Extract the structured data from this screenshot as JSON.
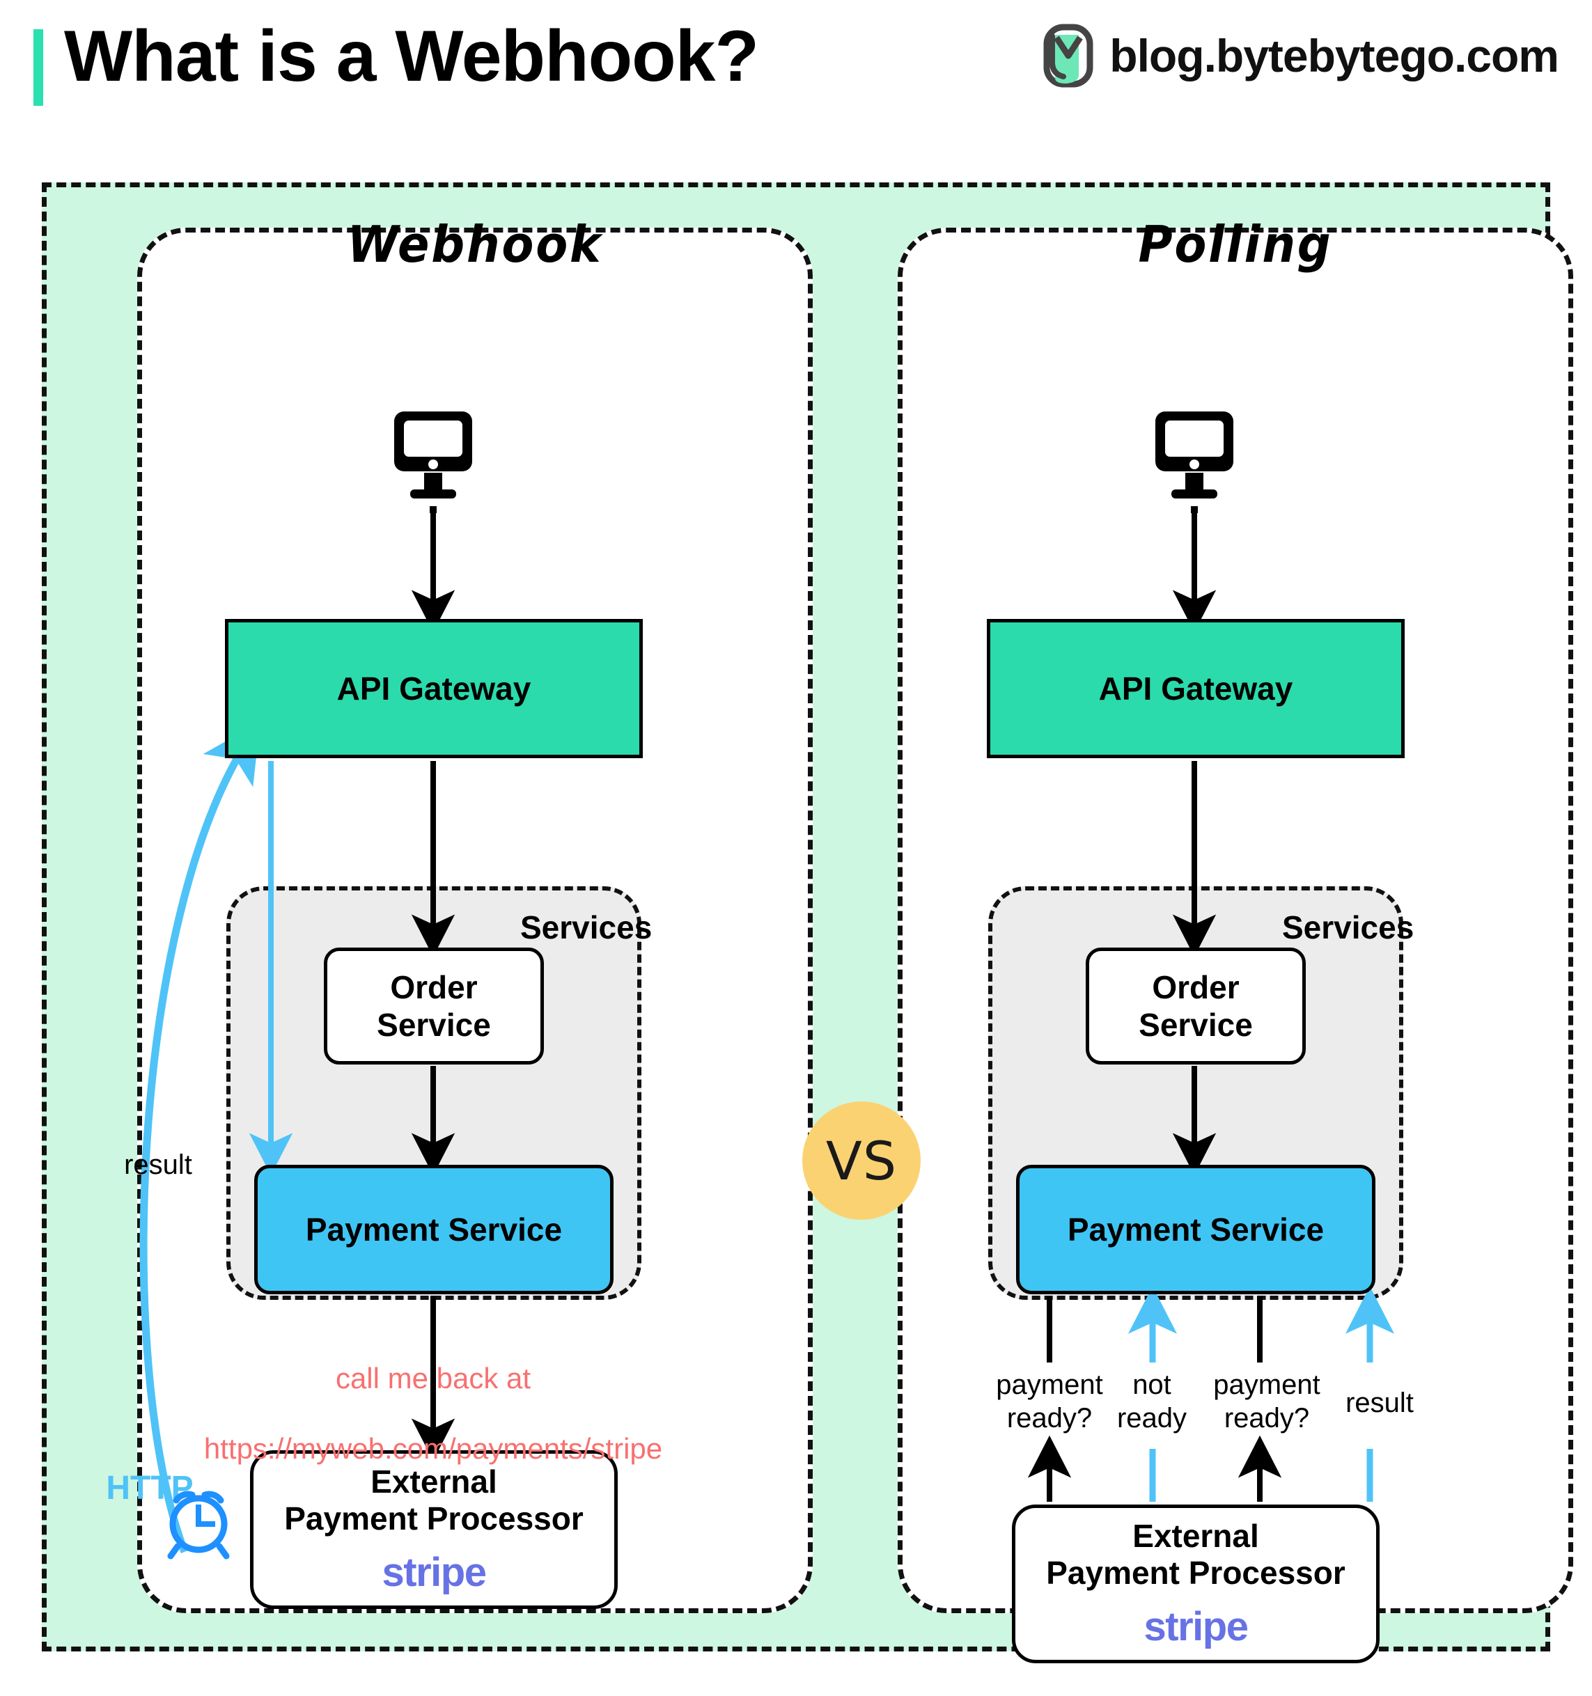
{
  "header": {
    "title": "What is a Webhook?",
    "brand_text": "blog.bytebytego.com",
    "logo_icon": "bytebytego-logo-icon",
    "accent_color": "#2BE0AF"
  },
  "vs_badge": {
    "label": "VS",
    "color": "#FBD272"
  },
  "colors": {
    "background": "#CDF7E1",
    "gateway": "#2BDBAC",
    "payment": "#3FC5F4",
    "services": "#ECECEC",
    "blue_arrow": "#4FC3F7",
    "callback_text": "#F87070",
    "stripe": "#6772E5",
    "clock": "#1E90FF"
  },
  "panels": [
    {
      "id": "webhook",
      "title": "Webhook",
      "nodes": {
        "client_icon": "monitor-icon",
        "gateway": "API Gateway",
        "services_label": "Services",
        "order_service": "Order\nService",
        "payment_service": "Payment Service",
        "processor_line1": "External",
        "processor_line2": "Payment Processor",
        "processor_logo": "stripe"
      },
      "labels": {
        "result": "result",
        "http": "HTTP",
        "callback_line1": "call me back at",
        "callback_line2": "https://myweb.com/payments/stripe",
        "clock_icon": "alarm-clock-icon"
      }
    },
    {
      "id": "polling",
      "title": "Polling",
      "nodes": {
        "client_icon": "monitor-icon",
        "gateway": "API Gateway",
        "services_label": "Services",
        "order_service": "Order\nService",
        "payment_service": "Payment Service",
        "processor_line1": "External",
        "processor_line2": "Payment Processor",
        "processor_logo": "stripe"
      },
      "poll_labels": [
        {
          "text": "payment\nready?",
          "direction": "down",
          "color": "#000000"
        },
        {
          "text": "not\nready",
          "direction": "up",
          "color": "#4FC3F7"
        },
        {
          "text": "payment\nready?",
          "direction": "down",
          "color": "#000000"
        },
        {
          "text": "result",
          "direction": "up",
          "color": "#4FC3F7"
        }
      ]
    }
  ]
}
